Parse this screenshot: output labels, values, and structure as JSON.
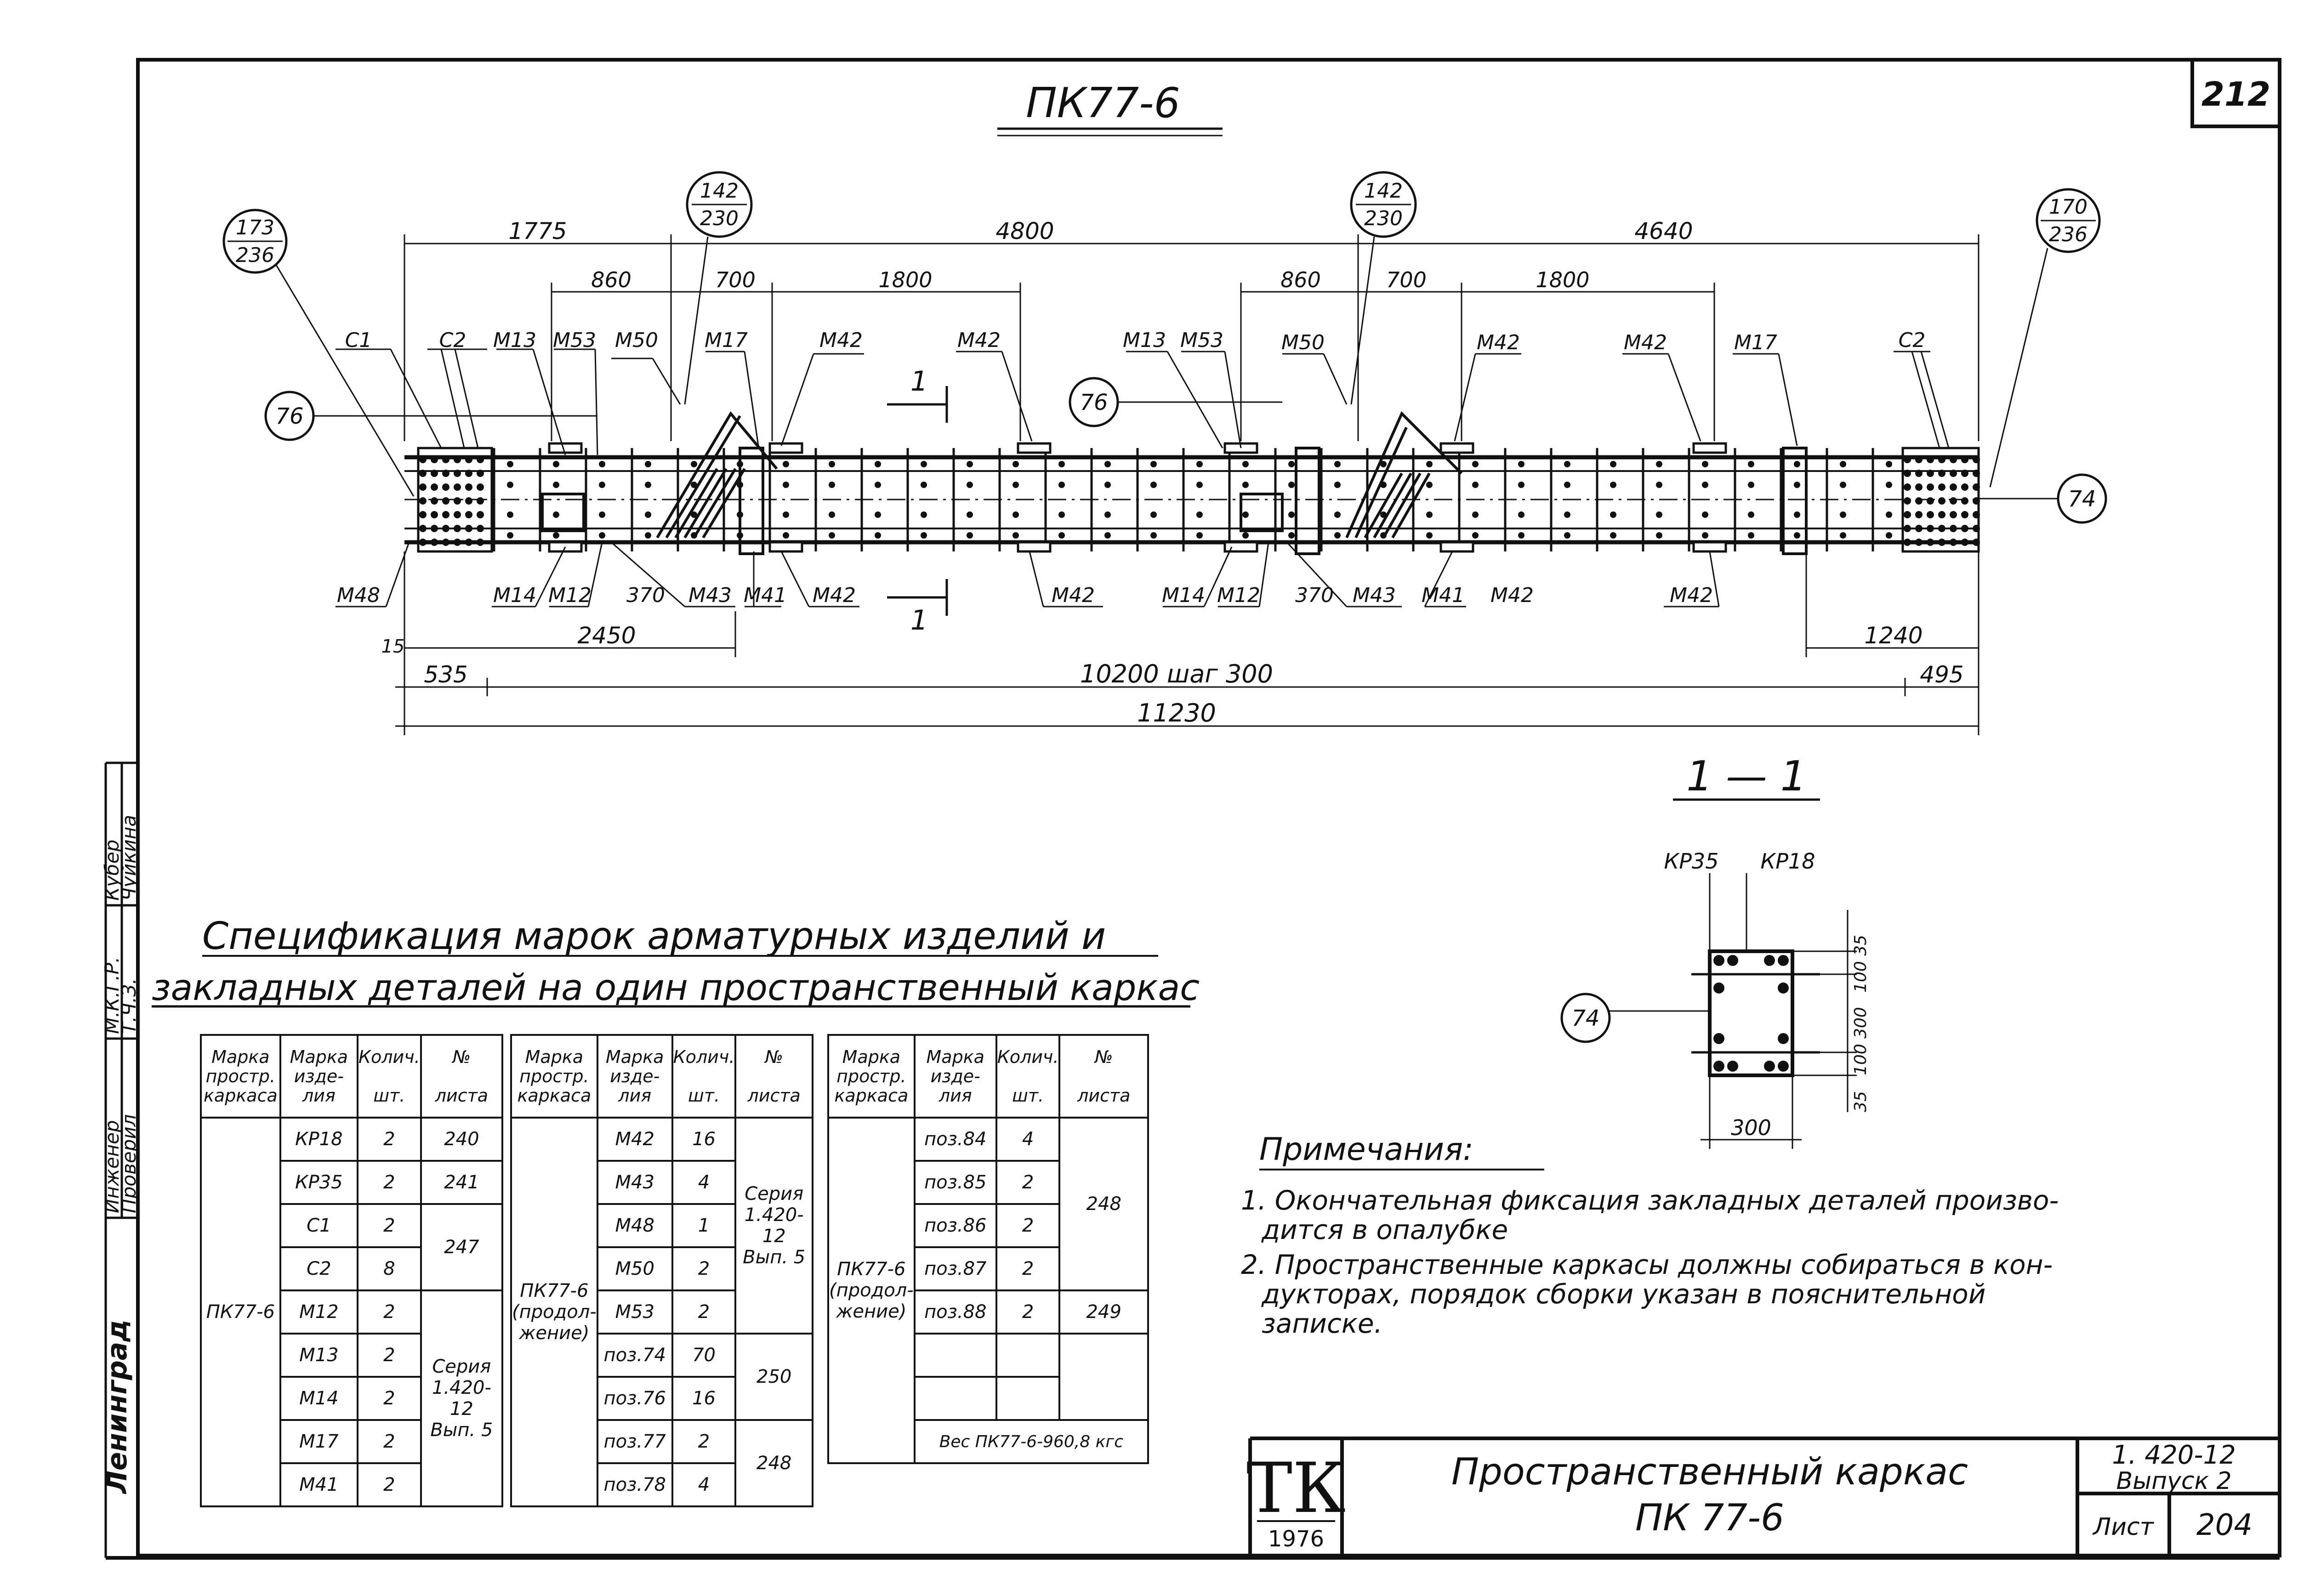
{
  "sheet_number": "212",
  "drawing_title": "ПК77-6",
  "section_title": "1 — 1",
  "section_marker": "1",
  "callouts": {
    "left_circle": {
      "num": "173",
      "den": "236"
    },
    "mid1_circle": {
      "num": "142",
      "den": "230"
    },
    "mid2_circle": {
      "num": "142",
      "den": "230"
    },
    "right_circle": {
      "num": "170",
      "den": "236"
    },
    "node76_a": "76",
    "node76_b": "76",
    "node74_a": "74",
    "node74_b": "74"
  },
  "top_dims": {
    "d1775": "1775",
    "d4800": "4800",
    "d4640": "4640",
    "d860a": "860",
    "d700a": "700",
    "d1800a": "1800",
    "d860b": "860",
    "d700b": "700",
    "d1800b": "1800"
  },
  "top_labels": {
    "c1": "C1",
    "c2a": "C2",
    "m13a": "M13",
    "m53a": "M53",
    "m50a": "M50",
    "m17a": "M17",
    "m42a": "M42",
    "m42b": "M42",
    "m13b": "M13",
    "m53b": "M53",
    "m50b": "M50",
    "m42c": "M42",
    "m42d": "M42",
    "m17b": "M17",
    "c2b": "C2"
  },
  "bottom_labels": {
    "m48": "M48",
    "m14a": "M14",
    "m12a": "M12",
    "d370a": "370",
    "m43a": "M43",
    "m41a": "M41",
    "m42a": "M42",
    "m42b": "M42",
    "m14b": "M14",
    "m12b": "M12",
    "d370b": "370",
    "m43b": "M43",
    "m41b": "M41",
    "m42c": "M42",
    "m42d": "M42"
  },
  "bottom_dims": {
    "d15": "15",
    "d2450": "2450",
    "d1240": "1240",
    "d535": "535",
    "d10200": "10200  шаг 300",
    "d495": "495",
    "d11230": "11230"
  },
  "section_labels": {
    "kp35": "КР35",
    "kp18": "КР18",
    "d35a": "35",
    "d100a": "100",
    "d300v": "300",
    "d100b": "100",
    "d35b": "35",
    "d300h": "300"
  },
  "spec_title_line1": "Спецификация марок арматурных изделий и",
  "spec_title_line2": "закладных деталей на один пространственный каркас",
  "table_headers": {
    "col1": "Марка простр. каркаса",
    "col1b": "Марка простр. каркаса",
    "col2": "Марка изде-",
    "col2b": "лия",
    "col3": "Колич.",
    "col3b": "шт.",
    "col4": "№",
    "col4b": "листа"
  },
  "table1": {
    "frame": "ПК77-6",
    "rows": [
      {
        "mark": "КР18",
        "qty": "2",
        "sheet": "240"
      },
      {
        "mark": "КР35",
        "qty": "2",
        "sheet": "241"
      },
      {
        "mark": "С1",
        "qty": "2",
        "sheet": ""
      },
      {
        "mark": "С2",
        "qty": "8",
        "sheet": ""
      },
      {
        "mark": "М12",
        "qty": "2",
        "sheet": ""
      },
      {
        "mark": "М13",
        "qty": "2",
        "sheet": ""
      },
      {
        "mark": "М14",
        "qty": "2",
        "sheet": ""
      },
      {
        "mark": "М17",
        "qty": "2",
        "sheet": ""
      },
      {
        "mark": "М41",
        "qty": "2",
        "sheet": ""
      }
    ],
    "merged_247": "247",
    "merged_series_l1": "Серия",
    "merged_series_l2": "1.420-12",
    "merged_series_l3": "Вып. 5"
  },
  "table2": {
    "frame_l1": "ПК77-6",
    "frame_l2": "(продол-",
    "frame_l3": "жение)",
    "rows": [
      {
        "mark": "М42",
        "qty": "16"
      },
      {
        "mark": "М43",
        "qty": "4"
      },
      {
        "mark": "М48",
        "qty": "1"
      },
      {
        "mark": "М50",
        "qty": "2"
      },
      {
        "mark": "М53",
        "qty": "2"
      },
      {
        "mark": "поз.74",
        "qty": "70"
      },
      {
        "mark": "поз.76",
        "qty": "16"
      },
      {
        "mark": "поз.77",
        "qty": "2"
      },
      {
        "mark": "поз.78",
        "qty": "4"
      }
    ],
    "series_l1": "Серия",
    "series_l2": "1.420-12",
    "series_l3": "Вып. 5",
    "s250": "250",
    "s248": "248"
  },
  "table3": {
    "frame_l1": "ПК77-6",
    "frame_l2": "(продол-",
    "frame_l3": "жение)",
    "rows": [
      {
        "mark": "поз.84",
        "qty": "4"
      },
      {
        "mark": "поз.85",
        "qty": "2"
      },
      {
        "mark": "поз.86",
        "qty": "2"
      },
      {
        "mark": "поз.87",
        "qty": "2"
      },
      {
        "mark": "поз.88",
        "qty": "2"
      }
    ],
    "s248": "248",
    "s249": "249",
    "weight": "Вес ПК77-6-960,8 кгс"
  },
  "notes": {
    "title": "Примечания:",
    "n1_l1": "1. Окончательная фиксация закладных деталей произво-",
    "n1_l2": "дится в опалубке",
    "n2_l1": "2. Пространственные каркасы должны собираться в кон-",
    "n2_l2": "дукторах, порядок сборки указан в пояснительной",
    "n2_l3": "записке."
  },
  "title_block": {
    "logo": "ТК",
    "year": "1976",
    "name_l1": "Пространственный каркас",
    "name_l2": "ПК 77-6",
    "series": "1. 420-12",
    "issue": "Выпуск 2",
    "sheet_label": "Лист",
    "sheet_no": "204"
  },
  "side_stamp": {
    "r1a": "Кубер",
    "r1b": "Чуйкина",
    "r2a": "М.К.Г.Р.",
    "r2b": "Т.Ч.З.",
    "r3a": "Инженер",
    "r3b": "Проверил",
    "city": "Ленинград"
  }
}
